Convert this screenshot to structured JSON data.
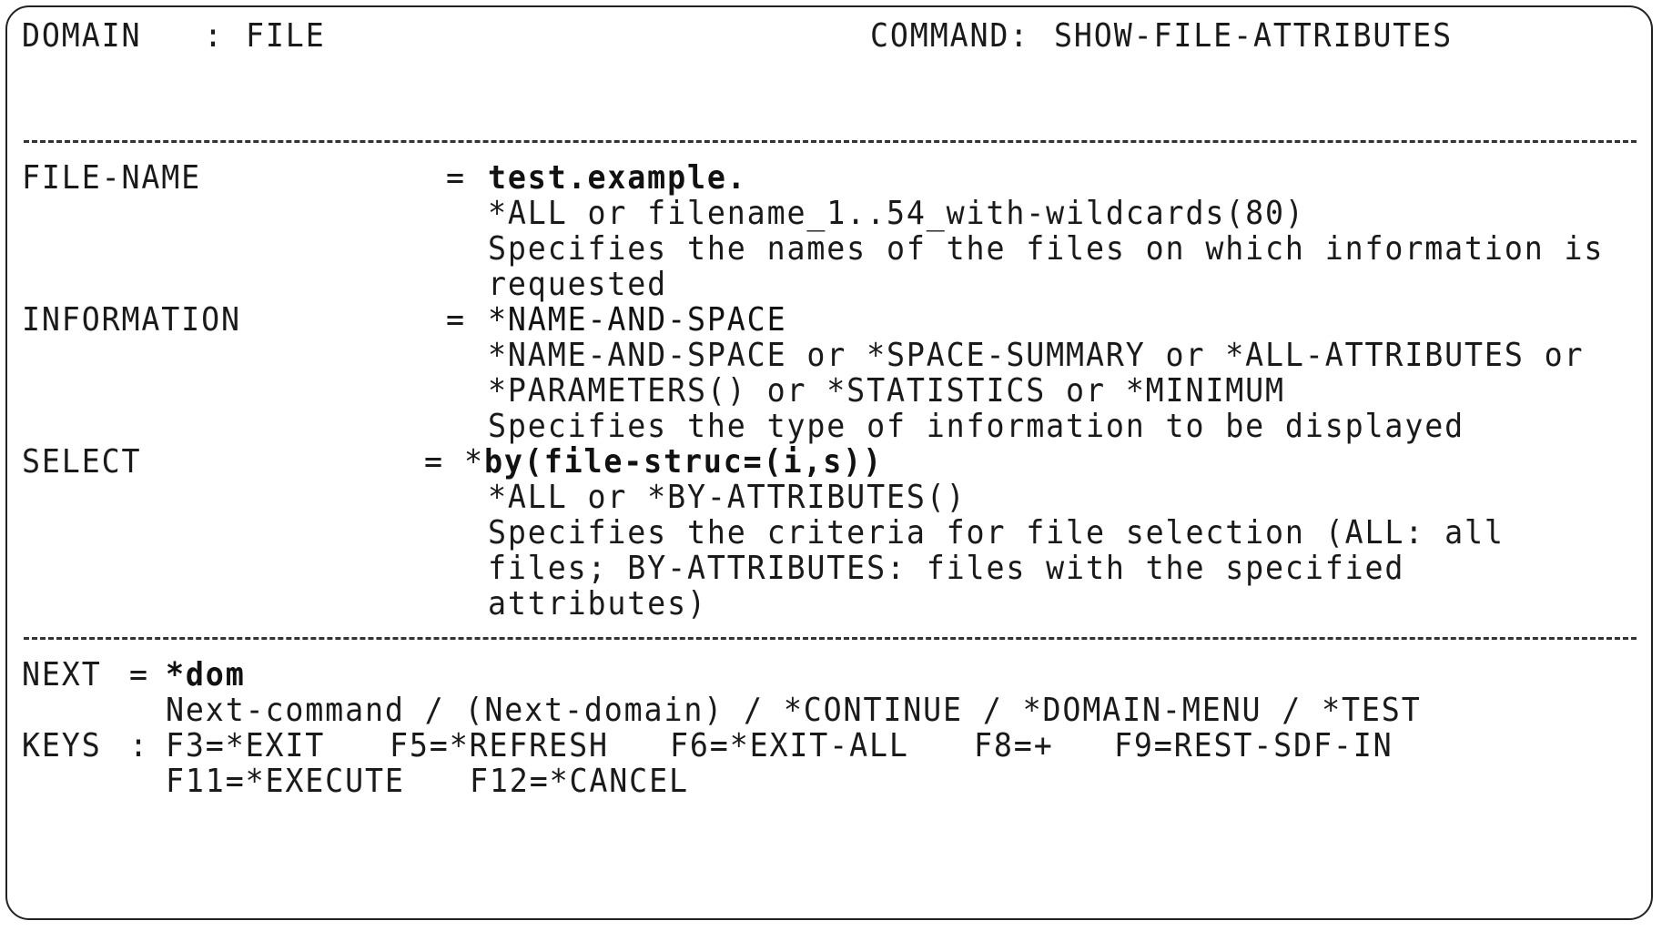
{
  "header": {
    "domain_label": "DOMAIN",
    "domain_sep": ":",
    "domain_value": "FILE",
    "command_label": "COMMAND:",
    "command_value": "SHOW-FILE-ATTRIBUTES"
  },
  "params": {
    "file_name": {
      "label": "FILE-NAME",
      "eq": "=",
      "value": "test.example.",
      "help": [
        "*ALL or filename_1..54_with-wildcards(80)",
        "Specifies the names of the files on which information is",
        "requested"
      ]
    },
    "information": {
      "label": "INFORMATION",
      "eq": "=",
      "value": "*NAME-AND-SPACE",
      "help": [
        "*NAME-AND-SPACE or *SPACE-SUMMARY or *ALL-ATTRIBUTES or",
        "*PARAMETERS() or *STATISTICS or *MINIMUM",
        "Specifies the type of information to be displayed"
      ]
    },
    "select": {
      "label": "SELECT",
      "eq": "=",
      "prefix": "*",
      "value": "by(file-struc=(i,s))",
      "help": [
        "*ALL or *BY-ATTRIBUTES()",
        "Specifies the criteria for file selection (ALL: all",
        "files; BY-ATTRIBUTES: files with the specified",
        "attributes)"
      ]
    }
  },
  "next": {
    "label": "NEXT",
    "eq": "=",
    "value": "*dom",
    "help": "Next-command / (Next-domain) / *CONTINUE / *DOMAIN-MENU / *TEST"
  },
  "keys": {
    "label": "KEYS",
    "sep": ":",
    "row1": [
      "F3=*EXIT",
      "F5=*REFRESH",
      "F6=*EXIT-ALL",
      "F8=+",
      "F9=REST-SDF-IN"
    ],
    "row2": [
      "F11=*EXECUTE",
      "F12=*CANCEL"
    ]
  }
}
